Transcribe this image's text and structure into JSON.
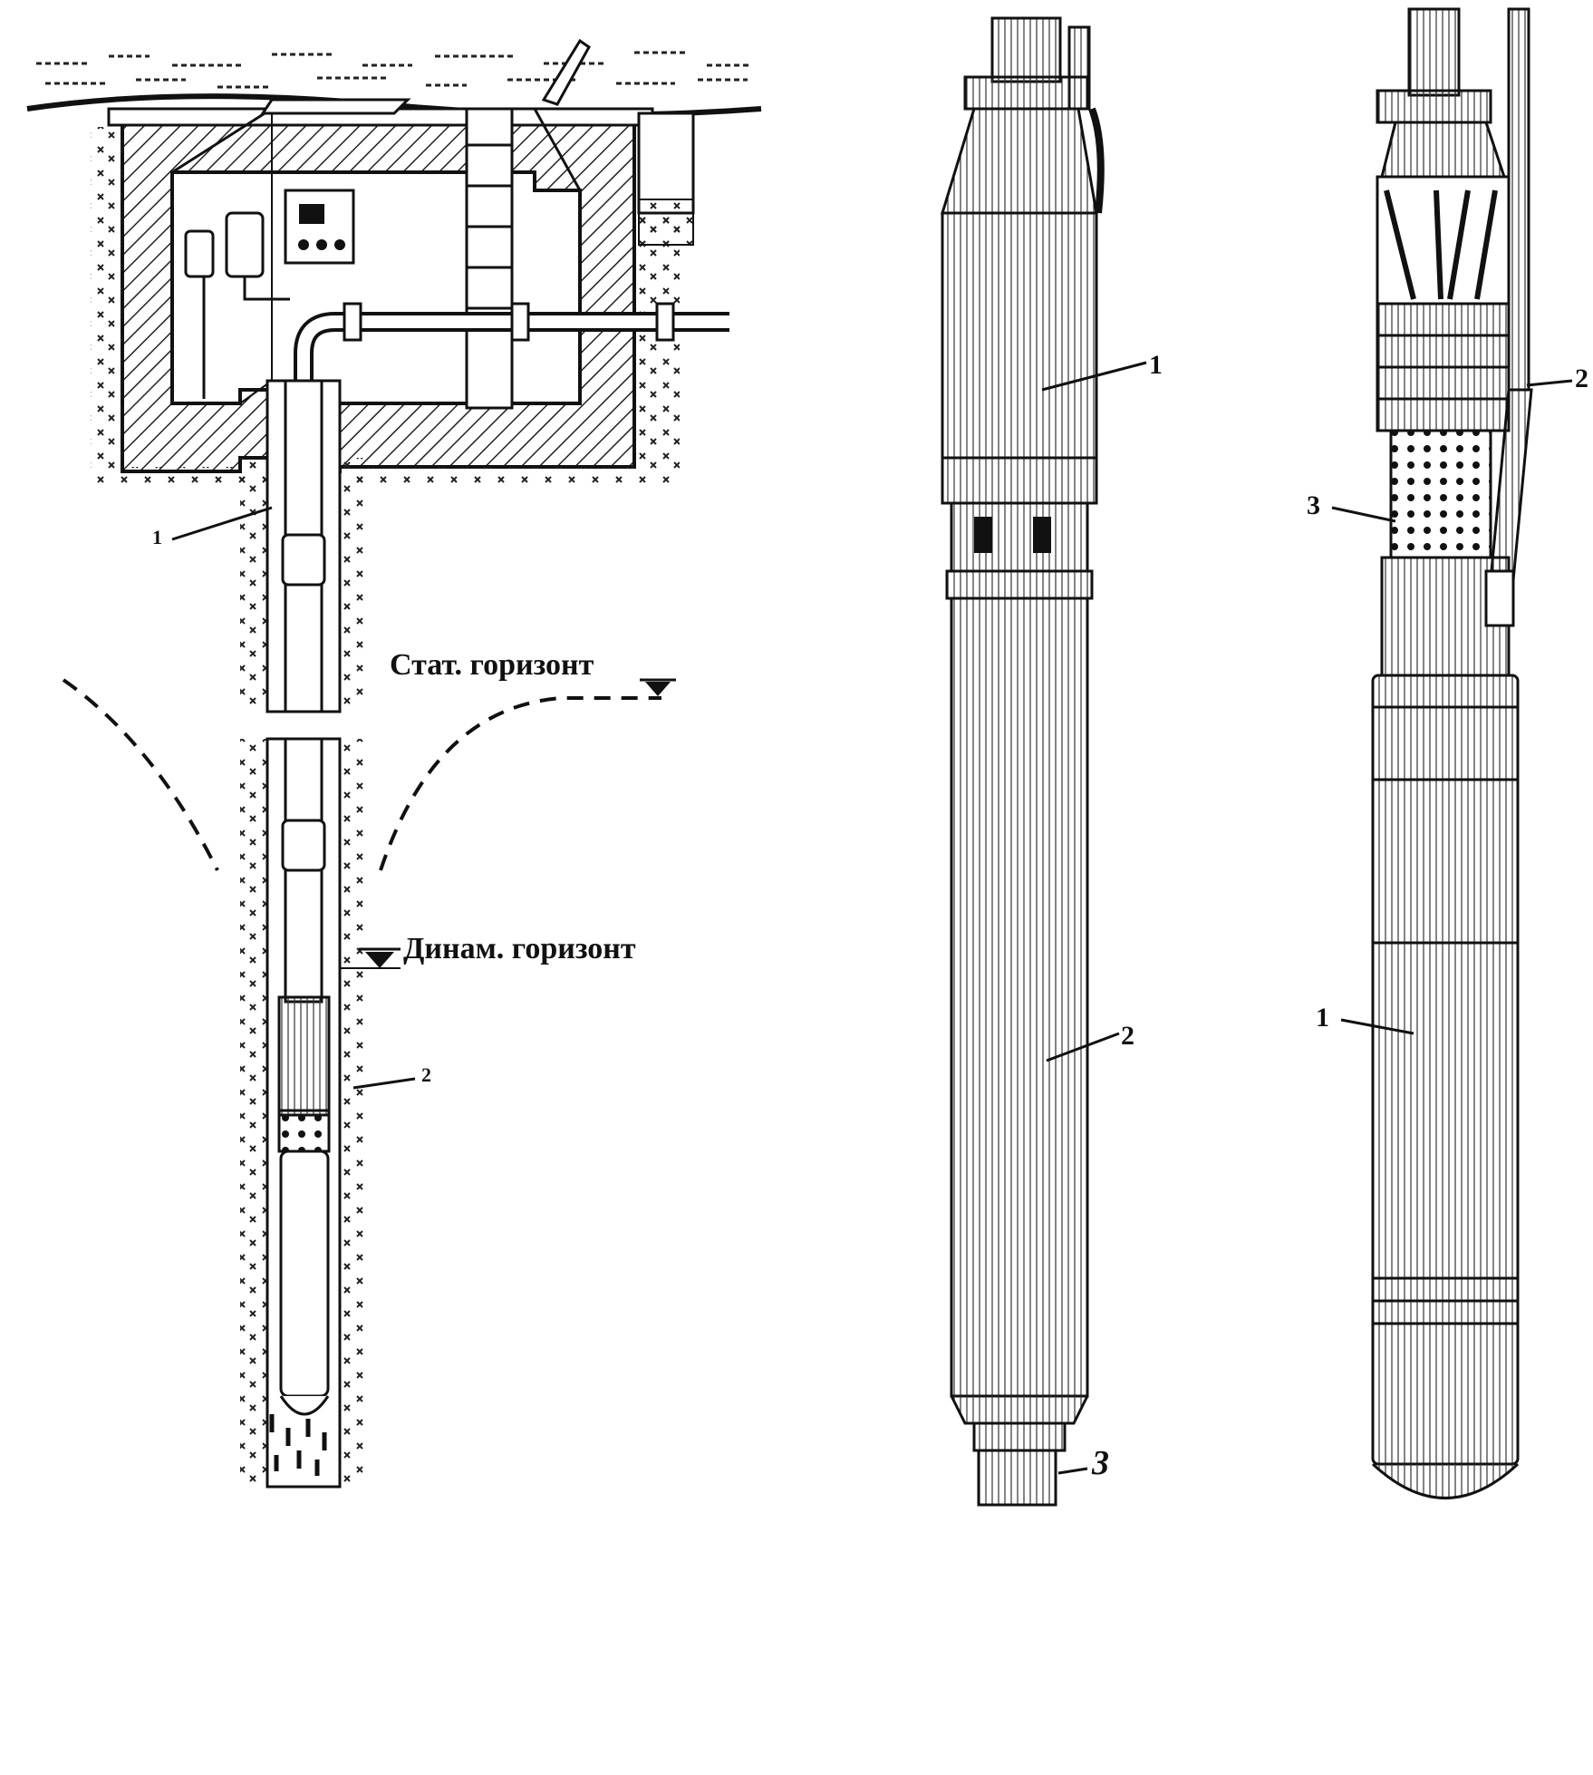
{
  "colors": {
    "ink": "#111111",
    "background": "#ffffff",
    "hatch": "#222222",
    "metal_shade": "#d8d8d8"
  },
  "well_diagram": {
    "static_level_label": "Стат. горизонт",
    "dynamic_level_label": "Динам. горизонт",
    "callout_1": "1",
    "callout_2": "2",
    "water_level_icon": "water-level-triangle-icon"
  },
  "pump_middle": {
    "callout_1": "1",
    "callout_2": "2",
    "callout_3": "3"
  },
  "pump_right": {
    "callout_1": "1",
    "callout_2": "2",
    "callout_3": "3"
  }
}
